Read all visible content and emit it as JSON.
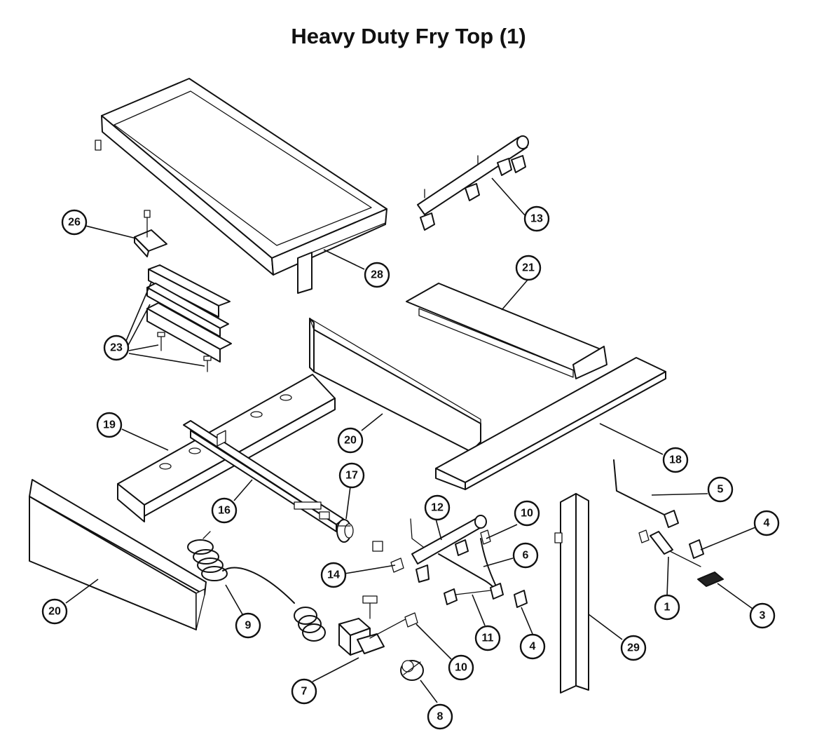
{
  "title": "Heavy Duty Fry Top (1)",
  "callouts": [
    {
      "id": "c26",
      "label": "26"
    },
    {
      "id": "c28",
      "label": "28"
    },
    {
      "id": "c13",
      "label": "13"
    },
    {
      "id": "c21",
      "label": "21"
    },
    {
      "id": "c23",
      "label": "23"
    },
    {
      "id": "c19",
      "label": "19"
    },
    {
      "id": "c20a",
      "label": "20"
    },
    {
      "id": "c18",
      "label": "18"
    },
    {
      "id": "c17",
      "label": "17"
    },
    {
      "id": "c16",
      "label": "16"
    },
    {
      "id": "c12",
      "label": "12"
    },
    {
      "id": "c10a",
      "label": "10"
    },
    {
      "id": "c5",
      "label": "5"
    },
    {
      "id": "c4a",
      "label": "4"
    },
    {
      "id": "c6",
      "label": "6"
    },
    {
      "id": "c14",
      "label": "14"
    },
    {
      "id": "c20b",
      "label": "20"
    },
    {
      "id": "c9",
      "label": "9"
    },
    {
      "id": "c11",
      "label": "11"
    },
    {
      "id": "c4b",
      "label": "4"
    },
    {
      "id": "c1",
      "label": "1"
    },
    {
      "id": "c3",
      "label": "3"
    },
    {
      "id": "c29",
      "label": "29"
    },
    {
      "id": "c10b",
      "label": "10"
    },
    {
      "id": "c7",
      "label": "7"
    },
    {
      "id": "c8",
      "label": "8"
    }
  ]
}
